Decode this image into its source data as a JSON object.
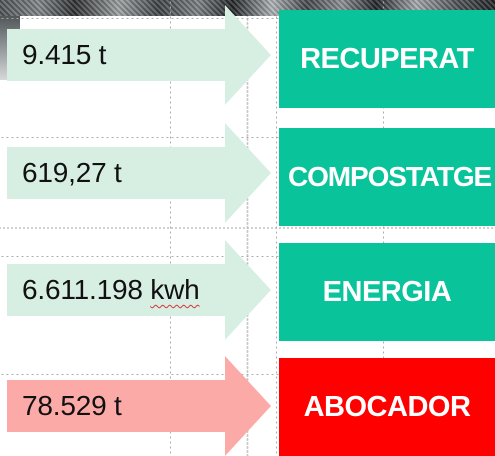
{
  "metrics": {
    "recovered_amount": "9.415 t",
    "compost_amount": "619,27 t",
    "energy_value": "6.611.198",
    "energy_unit": "kwh",
    "landfill_amount": "78.529 t"
  },
  "categories": {
    "recovered": "RECUPERAT",
    "compost": "COMPOSTATGE",
    "energy": "ENERGIA",
    "landfill": "ABOCADOR"
  },
  "colors": {
    "positive_arrow": "#d7efe3",
    "positive_box": "#09c39b",
    "negative_arrow": "#fbaaa7",
    "negative_box": "#ff0000",
    "grid": "#a9a9a9"
  }
}
